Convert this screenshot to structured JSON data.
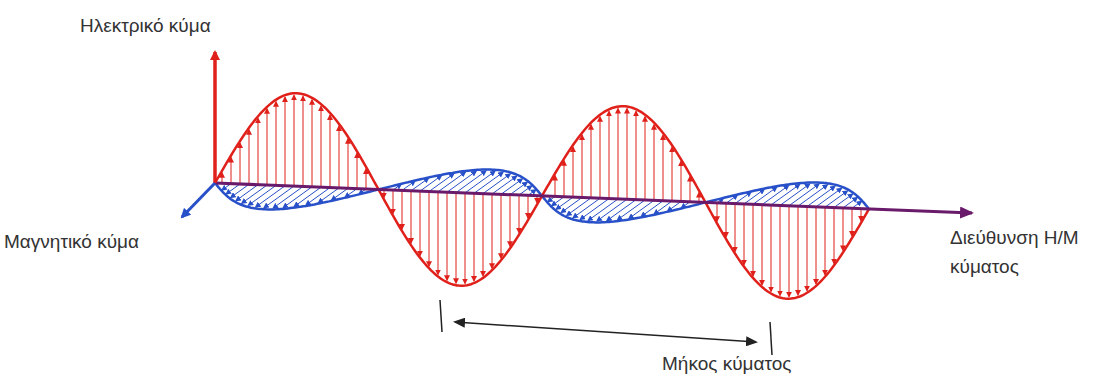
{
  "diagram": {
    "labels": [
      "Ηλεκτρικό κύμα",
      "Μαγνητικό κύμα",
      "Διεύθυνση Η/Μ κύματος",
      "Μήκος κύματος"
    ]
  }
}
